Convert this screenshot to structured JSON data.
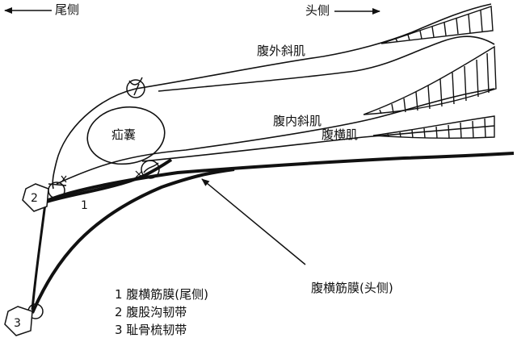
{
  "directions": {
    "caudal": "尾侧",
    "cranial": "头侧"
  },
  "labels": {
    "external_oblique": "腹外斜肌",
    "internal_oblique": "腹内斜肌",
    "transversus": "腹横肌",
    "hernia_sac": "疝囊",
    "fascia_cranial": "腹横筋膜(头侧)"
  },
  "markers": {
    "one": "1",
    "two": "2",
    "three": "3"
  },
  "legend": [
    "1 腹横筋膜(尾侧)",
    "2  腹股沟韧带",
    "3 耻骨梳韧带"
  ]
}
